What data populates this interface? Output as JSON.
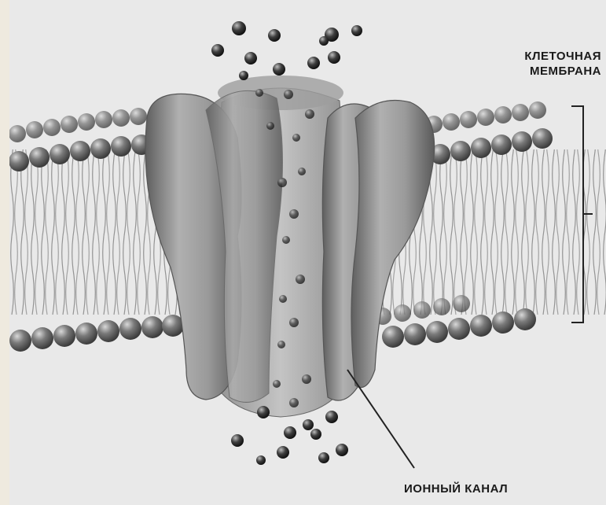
{
  "labels": {
    "membrane_line1": "КЛЕТОЧНАЯ",
    "membrane_line2": "МЕМБРАНА",
    "ion_channel": "ИОННЫЙ КАНАЛ"
  },
  "colors": {
    "background": "#e9e9e9",
    "protein": "#8e8e8e",
    "lipid_head": "#6f6f6f",
    "ion": "#3a3a3a"
  }
}
